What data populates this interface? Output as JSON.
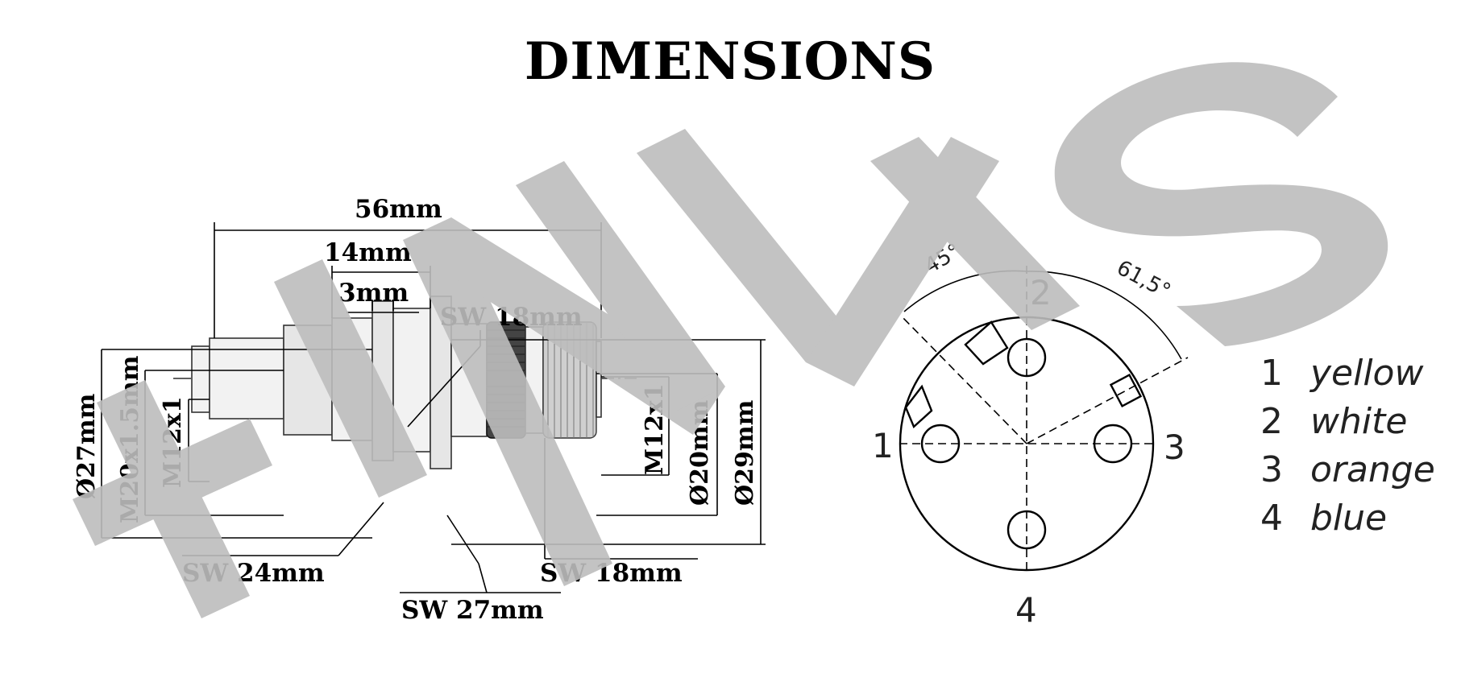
{
  "title": "DIMENSIONS",
  "watermark": {
    "letters": "HMWS",
    "color": "#bdbdbd"
  },
  "side_view": {
    "horizontal_dims": {
      "overall": "56mm",
      "body": "14mm",
      "flange": "3mm"
    },
    "left_dims": {
      "dia_outer": "Ø27mm",
      "thread_mount": "M20x1.5mm",
      "thread_left": "M12x1"
    },
    "right_dims": {
      "thread_right": "M12x1",
      "dia_knurl": "Ø20mm",
      "dia_outer": "Ø29mm"
    },
    "wrench_sizes": {
      "top_hex": "SW 18mm",
      "lock_nut": "SW 24mm",
      "body_hex": "SW 27mm",
      "coupling": "SW 18mm"
    }
  },
  "face_view": {
    "angle_left": "45°",
    "angle_right": "61,5°",
    "pins": [
      {
        "num": "1"
      },
      {
        "num": "2"
      },
      {
        "num": "3"
      },
      {
        "num": "4"
      }
    ]
  },
  "legend": [
    {
      "num": "1",
      "color_name": "yellow"
    },
    {
      "num": "2",
      "color_name": "white"
    },
    {
      "num": "3",
      "color_name": "orange"
    },
    {
      "num": "4",
      "color_name": "blue"
    }
  ]
}
